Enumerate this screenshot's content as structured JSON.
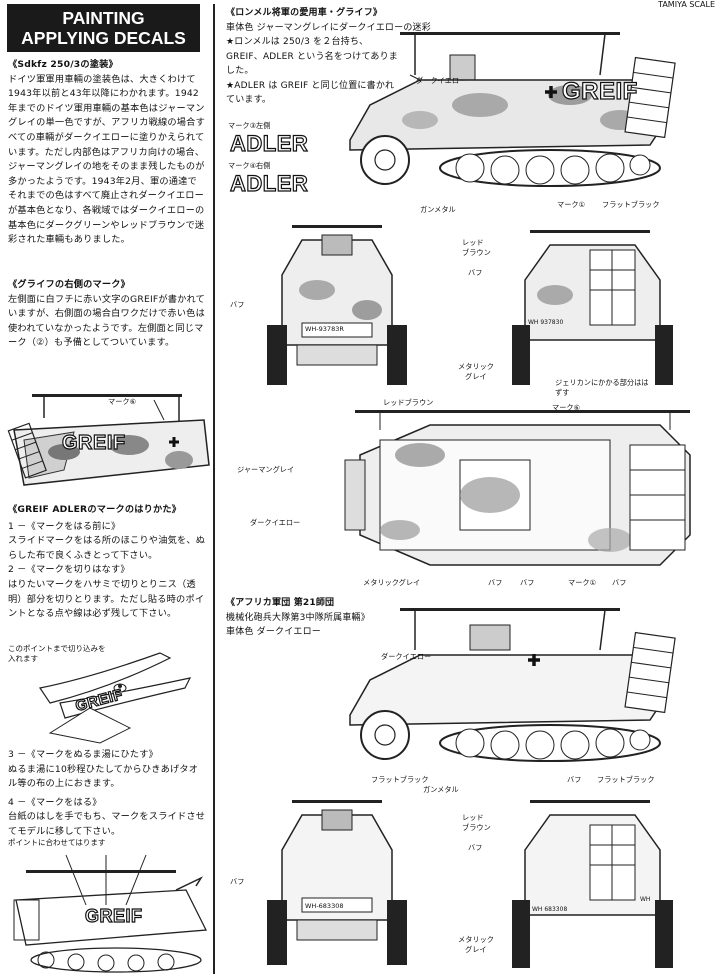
{
  "page_header": "TAMIYA SCALE",
  "title_box": {
    "line1": "PAINTING",
    "line2": "APPLYING DECALS"
  },
  "left_column": {
    "sec1_head": "《Sdkfz 250/3の塗装》",
    "sec1_body": "ドイツ軍軍用車輛の塗装色は、大きくわけて1943年以前と43年以降にわかれます。1942年までのドイツ軍用車輛の基本色はジャーマングレイの単一色ですが、アフリカ戦線の場合すべての車輛がダークイエローに塗りかえられています。ただし内部色はアフリカ向けの場合、ジャーマングレイの地をそのまま残したものが多かったようです。1943年2月、軍の通達でそれまでの色はすべて廃止されダークイエローが基本色となり、各戦域ではダークイエローの基本色にダークグリーンやレッドブラウンで迷彩された車輛もありました。",
    "sec2_head": "《グライフの右側のマーク》",
    "sec2_body": "左側面に白フチに赤い文字のGREIFが書かれていますが、右側面の場合白ワクだけで赤い色は使われていなかったようです。左側面と同じマーク（②）も予備としてついています。",
    "mark6_label": "マーク⑥",
    "greif_text": "GREIF",
    "sec3_head": "《GREIF ADLERのマークのはりかた》",
    "step1_head": "1 －《マークをはる前に》",
    "step1_body": "スライドマークをはる所のほこりや油気を、ぬらした布で良くふきとって下さい。",
    "step2_head": "2 －《マークを切りはなす》",
    "step2_body": "はりたいマークをハサミで切りとりニス（透明）部分を切りとります。ただし貼る時のポイントとなる点や線は必ず残して下さい。",
    "cut_note": "このポイントまで切り込みを入れます",
    "step3_head": "3 －《マークをぬるま湯にひたす》",
    "step3_body": "ぬるま湯に10秒程ひたしてからひきあげタオル等の布の上におきます。",
    "step4_head": "4 －《マークをはる》",
    "step4_body": "台紙のはしを手でもち、マークをスライドさせてモデルに移して下さい。",
    "align_note": "ポイントに合わせてはります"
  },
  "right_column": {
    "rommel_head": "《ロンメル将軍の愛用車・グライフ》",
    "rommel_color": "車体色 ジャーマングレイにダークイエローの迷彩",
    "rommel_note1": "★ロンメルは 250/3 を２台持ち、GREIF、ADLER という名をつけてありました。",
    "rommel_note2": "★ADLER は GREIF と同じ位置に書かれています。",
    "mark3": "マーク③左側",
    "mark4": "マーク④右側",
    "adler": "ADLER",
    "greif_side": "GREIF",
    "labels": {
      "dark_yellow": "ダークイエロー",
      "mark1": "マーク①",
      "flat_black": "フラットブラック",
      "gunmetal": "ガンメタル",
      "red_brown": "レッドブラウン",
      "red": "レッド",
      "brown": "ブラウン",
      "buff": "バフ",
      "metallic_grey": "メタリックグレイ",
      "metallic": "メタリック",
      "grey": "グレイ",
      "jerrycan": "ジェリカンにかかる部分ははずす",
      "mark6": "マーク⑥",
      "german_grey": "ジャーマングレイ"
    },
    "plate_front_1": "WH-93783R",
    "plate_rear_1": "WH 937830",
    "africa_head": "《アフリカ軍団 第21師団",
    "africa_unit": "機械化砲兵大隊第3中隊所属車輛》",
    "africa_color": "車体色 ダークイエロー",
    "plate_front_2": "WH-683308",
    "plate_rear_2": "WH 683308",
    "plate_wh": "WH"
  }
}
